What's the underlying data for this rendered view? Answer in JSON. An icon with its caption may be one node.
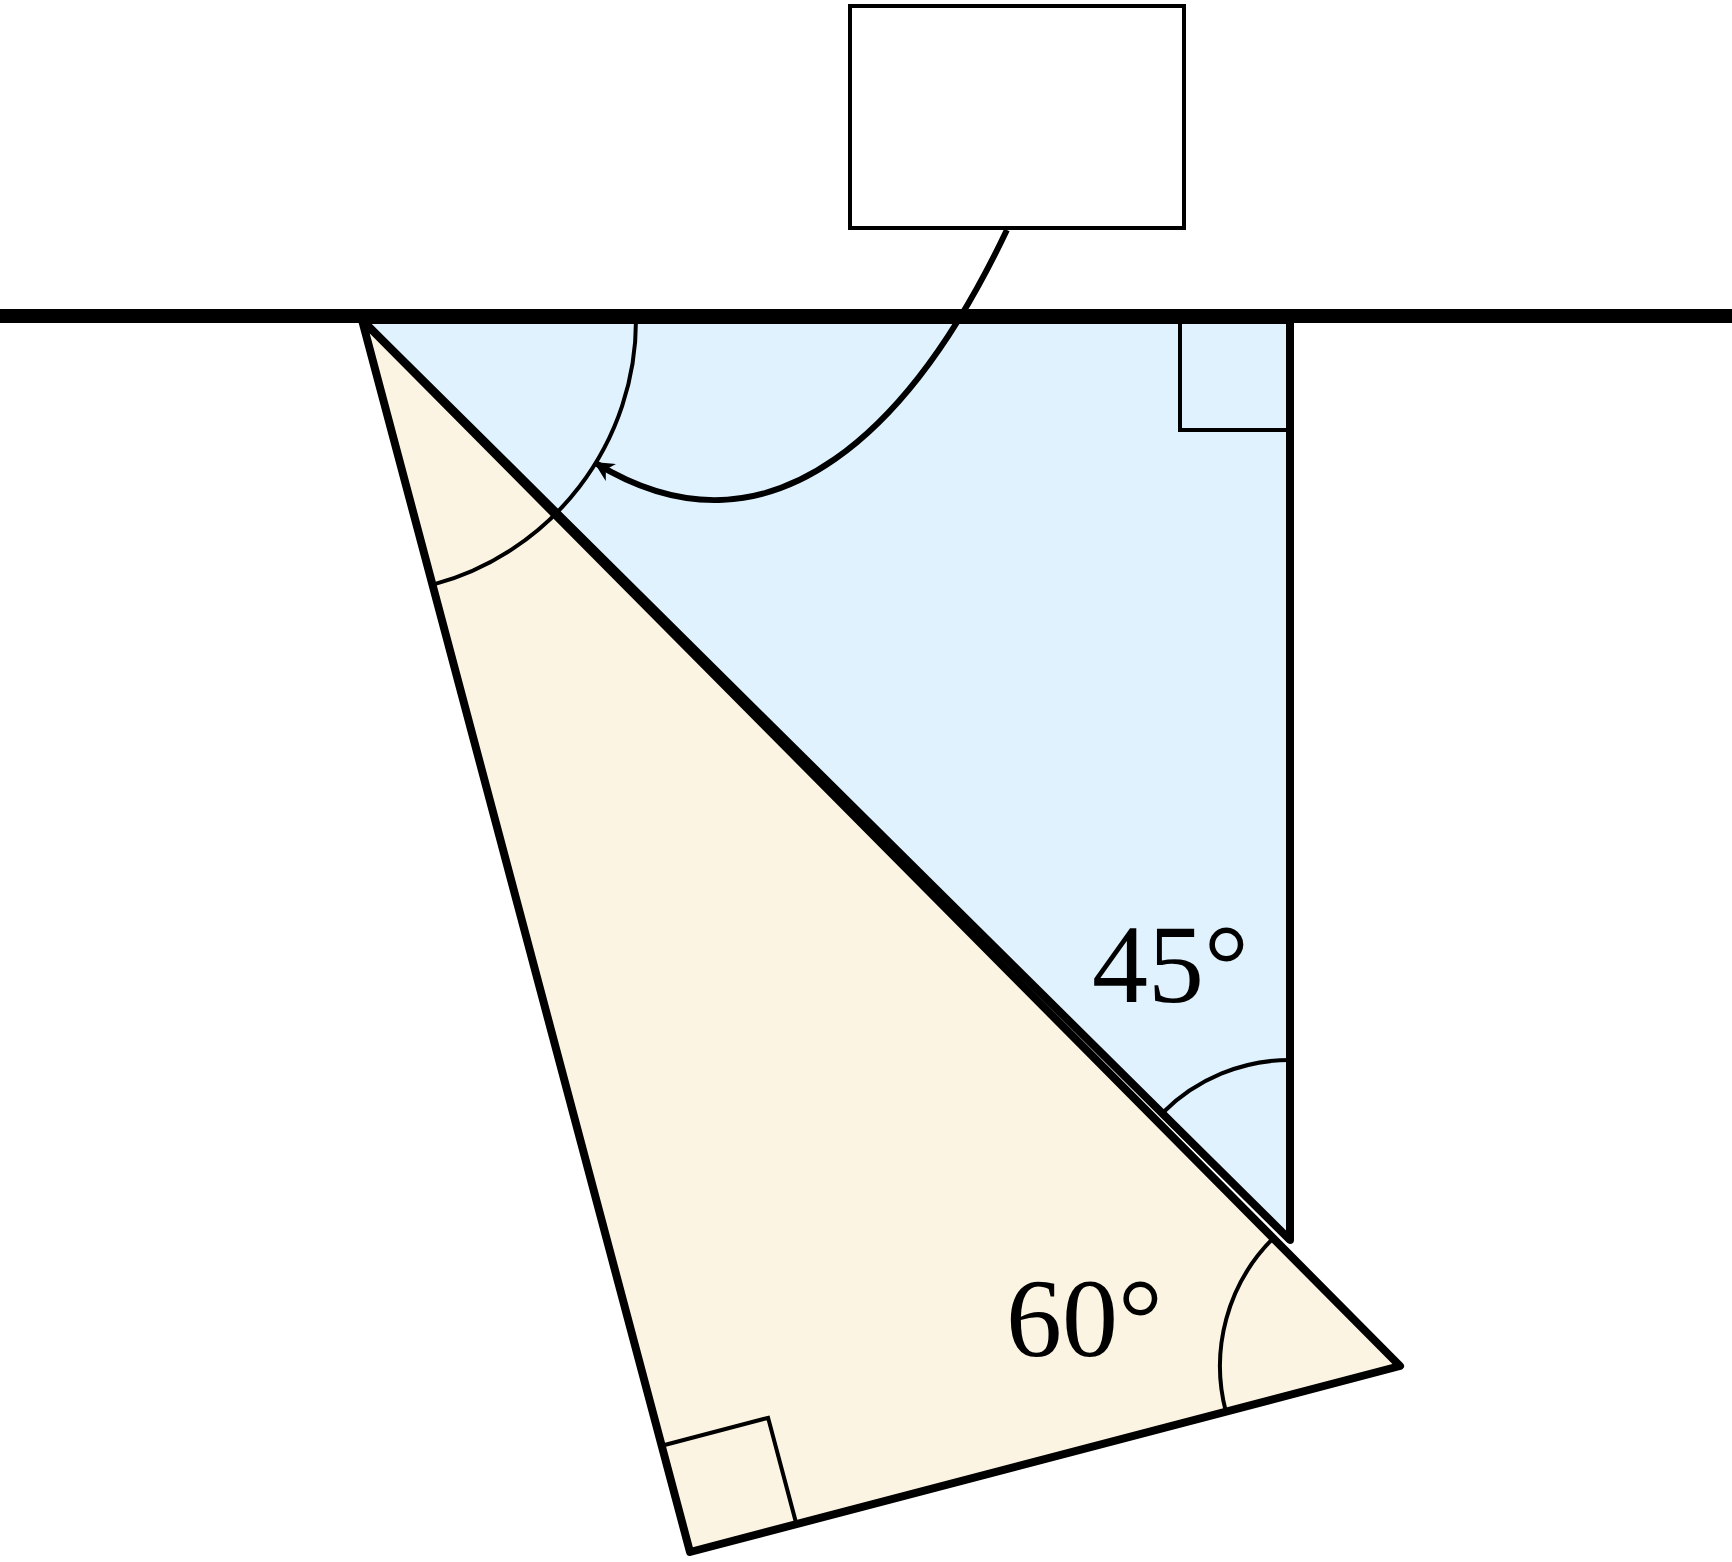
{
  "diagram": {
    "nodes": [
      {
        "text": [],
        "shape": "box"
      },
      {
        "text": [],
        "shape": "arc"
      }
    ],
    "edges": [
      {
        "from": 0,
        "to": 1,
        "arrow": "to"
      }
    ],
    "labels": [
      "45°",
      "60°"
    ]
  }
}
